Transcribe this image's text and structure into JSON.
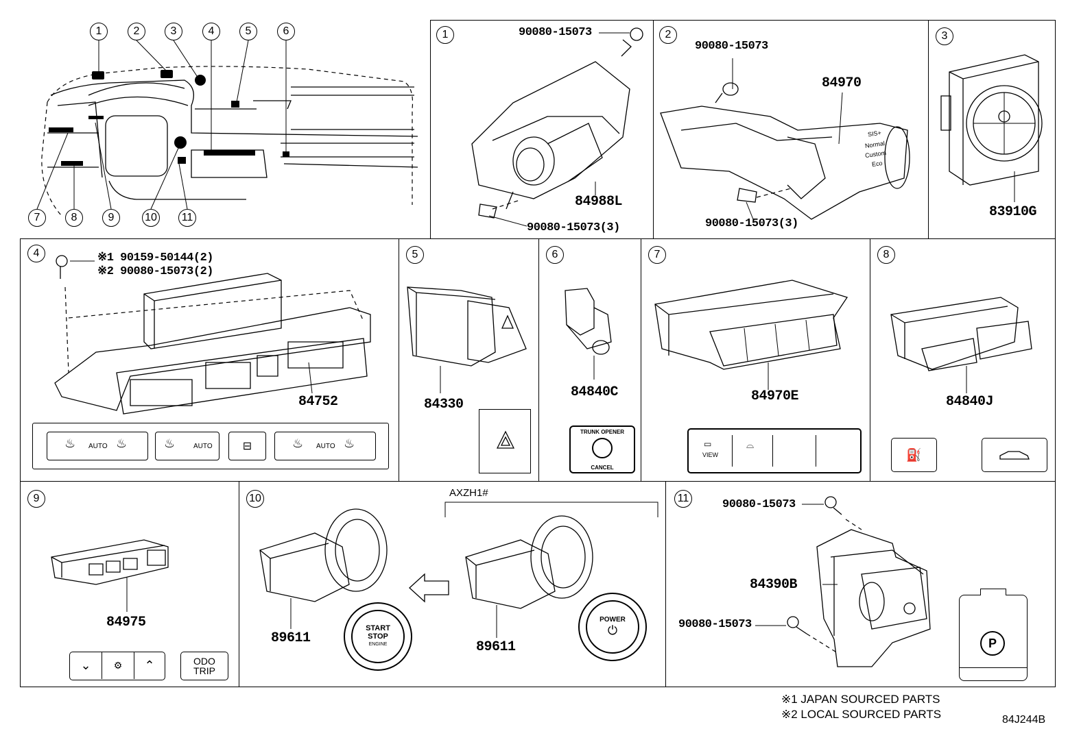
{
  "overview": {
    "callouts_top": [
      "1",
      "2",
      "3",
      "4",
      "5",
      "6"
    ],
    "callouts_bottom": [
      "7",
      "8",
      "9",
      "10",
      "11"
    ]
  },
  "panels": {
    "p1": {
      "num": "1",
      "screw_top": "90080-15073",
      "part": "84988L",
      "screw_bottom": "90080-15073(3)"
    },
    "p2": {
      "num": "2",
      "screw_top": "90080-15073",
      "part": "84970",
      "screw_bottom": "90080-15073(3)",
      "switch_text": [
        "SIS+",
        "Normal",
        "Custom",
        "Eco"
      ]
    },
    "p3": {
      "num": "3",
      "part": "83910G"
    },
    "p4": {
      "num": "4",
      "note1": "※1 90159-50144(2)",
      "note2": "※2 90080-15073(2)",
      "part": "84752",
      "auto1": "AUTO",
      "auto2": "AUTO",
      "auto3": "AUTO"
    },
    "p5": {
      "num": "5",
      "part": "84330"
    },
    "p6": {
      "num": "6",
      "part": "84840C",
      "trunk_label": "TRUNK OPENER",
      "cancel_label": "CANCEL"
    },
    "p7": {
      "num": "7",
      "part": "84970E",
      "view_label": "VIEW"
    },
    "p8": {
      "num": "8",
      "part": "84840J"
    },
    "p9": {
      "num": "9",
      "part": "84975",
      "odo_label": "ODO",
      "trip_label": "TRIP"
    },
    "p10": {
      "num": "10",
      "variant": "AXZH1#",
      "part_left": "89611",
      "part_right": "89611",
      "start_l1": "START",
      "start_l2": "STOP",
      "start_l3": "ENGINE",
      "power_label": "POWER"
    },
    "p11": {
      "num": "11",
      "screw_top": "90080-15073",
      "part": "84390B",
      "screw_bottom": "90080-15073"
    }
  },
  "footnotes": {
    "note1": "※1 JAPAN SOURCED PARTS",
    "note2": "※2 LOCAL SOURCED PARTS",
    "diagram_id": "84J244B"
  }
}
